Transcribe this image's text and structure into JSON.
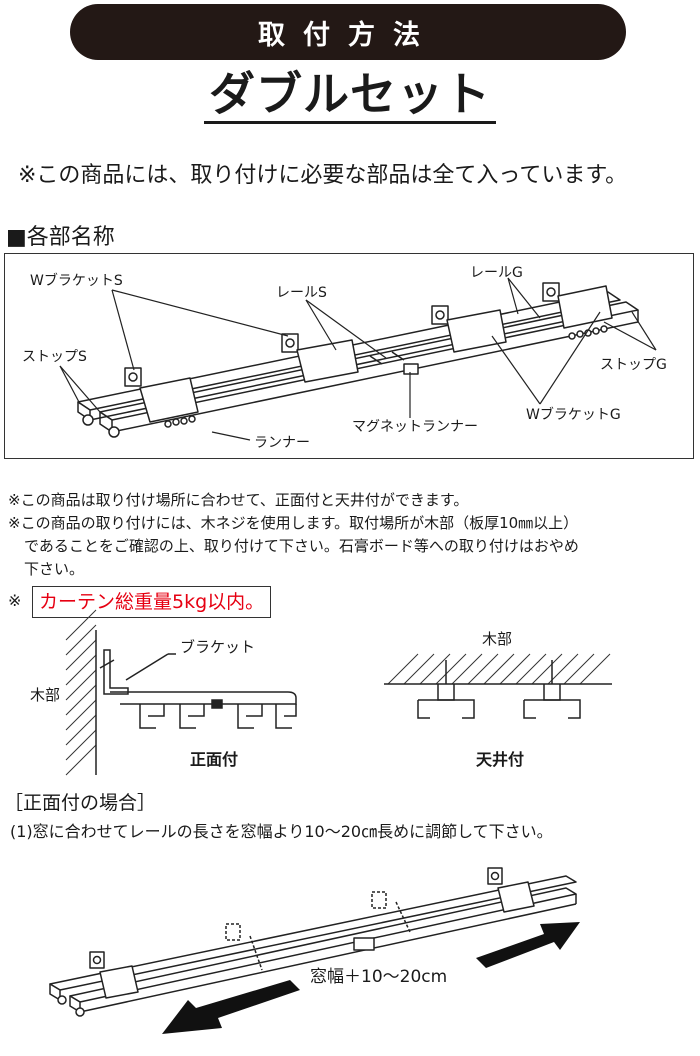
{
  "banner": {
    "text": "取付方法"
  },
  "title": "ダブルセット",
  "notice": "※この商品には、取り付けに必要な部品は全て入っています。",
  "parts_section": {
    "heading": "■各部名称",
    "labels": {
      "w_bracket_s": "WブラケットS",
      "rail_s": "レールS",
      "rail_g": "レールG",
      "stop_s": "ストップS",
      "stop_g": "ストップG",
      "runner": "ランナー",
      "magnet_runner": "マグネットランナー",
      "w_bracket_g": "WブラケットG"
    }
  },
  "notes": {
    "line1": "※この商品は取り付け場所に合わせて、正面付と天井付ができます。",
    "line2": "※この商品の取り付けには、木ネジを使用します。取付場所が木部（板厚10㎜以上）",
    "line3": "であることをご確認の上、取り付けて下さい。石膏ボード等への取り付けはおやめ",
    "line4": "下さい。",
    "warning_prefix": "※",
    "warning": "カーテン総重量5kg以内。"
  },
  "mount_diagrams": {
    "front": {
      "wood_label": "木部",
      "bracket_label": "ブラケット",
      "caption": "正面付"
    },
    "ceiling": {
      "wood_label": "木部",
      "caption": "天井付"
    }
  },
  "front_section": {
    "heading": "［正面付の場合］",
    "step1": "(1)窓に合わせてレールの長さを窓幅より10〜20㎝長めに調節して下さい。",
    "dimension": "窓幅＋10〜20cm"
  },
  "colors": {
    "banner_bg": "#231815",
    "warning_text": "#e60012"
  }
}
